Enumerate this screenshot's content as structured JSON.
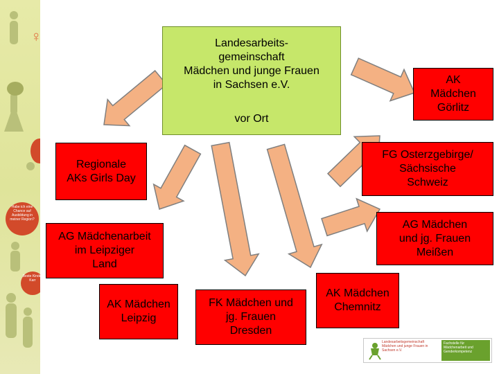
{
  "center": {
    "title": "Landesarbeits-\ngemeinschaft\nMädchen und junge Frauen\nin Sachsen e.V.",
    "subtitle": "vor Ort"
  },
  "boxes": {
    "ak_goerlitz": "AK\nMädchen\nGörlitz",
    "regionale_aks": "Regionale\nAKs Girls Day",
    "fg_osterzgebirge": "FG Osterzgebirge/\nSächsische\nSchweiz",
    "ag_leipziger_land": "AG Mädchenarbeit\nim Leipziger\nLand",
    "ag_meissen": "AG Mädchen\nund jg. Frauen\nMeißen",
    "ak_leipzig": "AK Mädchen\nLeipzig",
    "fk_dresden": "FK Mädchen und\njg. Frauen\nDresden",
    "ak_chemnitz": "AK Mädchen\nChemnitz"
  },
  "sidebar": {
    "bubble_1": "Habe ich eine Chance auf Ausbildung in meiner Region?",
    "bubble_2": "Beste Kinder Karr"
  },
  "logo": {
    "left_text": "Landesarbeitsgemeinschaft Mädchen und junge Frauen in Sachsen e.V.",
    "right_text": "Fachstelle für Mädchenarbeit und Genderkompetenz"
  },
  "colors": {
    "center_fill": "#c6e76a",
    "box_fill": "#ff0000",
    "arrow_fill": "#f4b183",
    "arrow_stroke": "#7f7f7f",
    "sidebar_fill": "#e7eaa8"
  }
}
